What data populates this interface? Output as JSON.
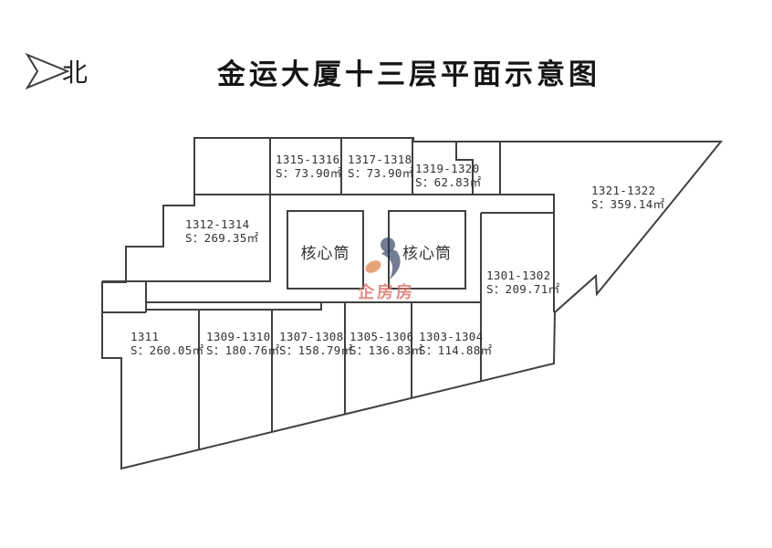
{
  "page": {
    "title": "金运大厦十三层平面示意图",
    "compass_label": "北",
    "watermark": "企房房"
  },
  "colors": {
    "line": "#404040",
    "text": "#323232",
    "watermark_red": "#d66c62",
    "watermark_navy": "#243352",
    "watermark_orange": "#d8702e"
  },
  "cores": [
    {
      "label": "核心筒"
    },
    {
      "label": "核心筒"
    }
  ],
  "rooms": [
    {
      "unit": "1312-1314",
      "area": "S：269.35㎡"
    },
    {
      "unit": "1315-1316",
      "area": "S：73.90㎡"
    },
    {
      "unit": "1317-1318",
      "area": "S：73.90㎡"
    },
    {
      "unit": "1319-1320",
      "area": "S：62.83㎡"
    },
    {
      "unit": "1321-1322",
      "area": "S：359.14㎡"
    },
    {
      "unit": "1301-1302",
      "area": "S：209.71㎡"
    },
    {
      "unit": "1311",
      "area": "S：260.05㎡"
    },
    {
      "unit": "1309-1310",
      "area": "S：180.76㎡"
    },
    {
      "unit": "1307-1308",
      "area": "S：158.79㎡"
    },
    {
      "unit": "1305-1306",
      "area": "S：136.83㎡"
    },
    {
      "unit": "1303-1304",
      "area": "S：114.88㎡"
    }
  ]
}
